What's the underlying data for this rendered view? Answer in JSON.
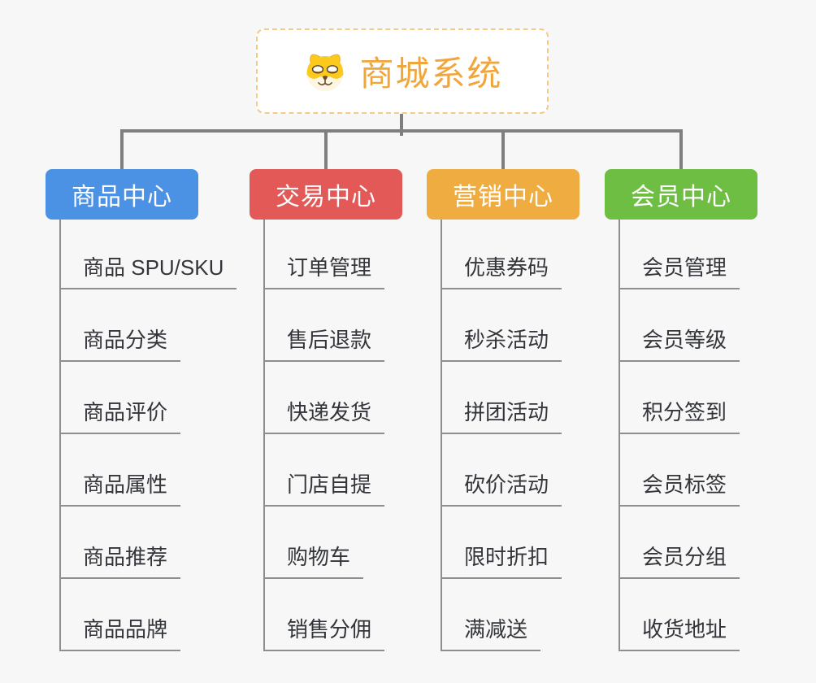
{
  "root": {
    "title": "商城系统",
    "icon": "dog-face-icon",
    "title_color": "#f1a63c",
    "border_color": "#f5c987",
    "bg": "#ffffff"
  },
  "branches": [
    {
      "label": "商品中心",
      "color": "#4b92e5",
      "items": [
        "商品 SPU/SKU",
        "商品分类",
        "商品评价",
        "商品属性",
        "商品推荐",
        "商品品牌"
      ]
    },
    {
      "label": "交易中心",
      "color": "#e25957",
      "items": [
        "订单管理",
        "售后退款",
        "快递发货",
        "门店自提",
        "购物车",
        "销售分佣"
      ]
    },
    {
      "label": "营销中心",
      "color": "#efac40",
      "items": [
        "优惠券码",
        "秒杀活动",
        "拼团活动",
        "砍价活动",
        "限时折扣",
        "满减送"
      ]
    },
    {
      "label": "会员中心",
      "color": "#6fbe44",
      "items": [
        "会员管理",
        "会员等级",
        "积分签到",
        "会员标签",
        "会员分组",
        "收货地址"
      ]
    }
  ],
  "theme": {
    "background": "#f7f7f7",
    "connector_color": "#7f7f7f",
    "item_line_color": "#8e8e8e",
    "item_text_color": "#33353a",
    "header_text_color": "#ffffff"
  }
}
